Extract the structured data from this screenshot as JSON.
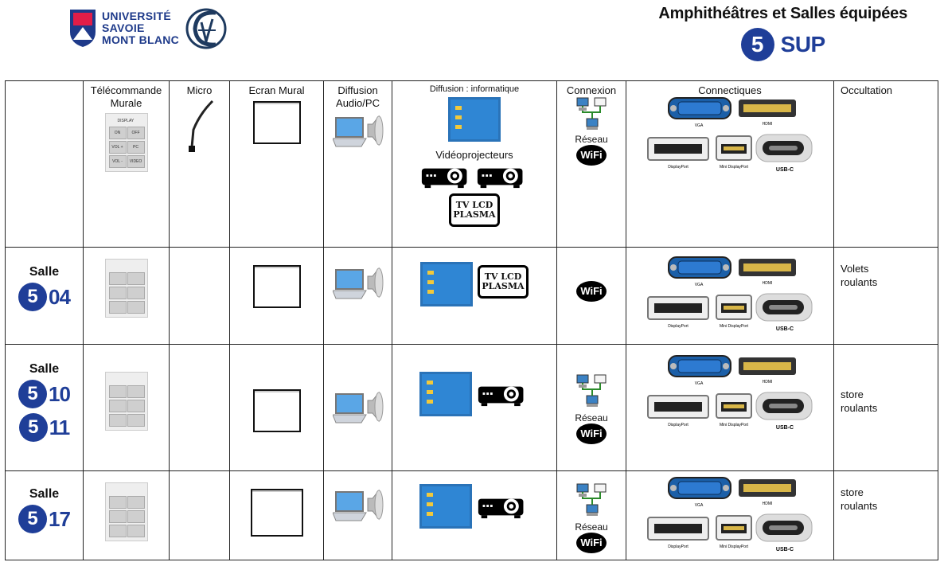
{
  "header": {
    "university": [
      "UNIVERSITÉ",
      "SAVOIE",
      "MONT BLANC"
    ],
    "title": "Amphithéâtres et Salles équipées",
    "building_number": "5",
    "building_label": "SUP"
  },
  "columns": {
    "telecommande": "Télécommande Murale",
    "micro": "Micro",
    "ecran": "Ecran Mural",
    "diffusion_audio": "Diffusion Audio/PC",
    "diffusion_info": "Diffusion : informatique",
    "videoprojecteurs": "Vidéoprojecteurs",
    "tv_lcd": "TV LCD PLASMA",
    "connexion": "Connexion",
    "reseau": "Réseau",
    "connectiques": "Connectiques",
    "occultation": "Occultation"
  },
  "remote_keys": [
    "DISPLAY",
    "ON",
    "OFF",
    "VOL +",
    "PC",
    "VOL -",
    "VIDEO"
  ],
  "connector_labels": [
    "VGA",
    "HDMI",
    "DisplayPort",
    "Mini DisplayPort",
    "USB-C"
  ],
  "wifi_label": "WiFi",
  "salle_label": "Salle",
  "rooms": [
    {
      "badge": "5",
      "numbers": [
        "04"
      ],
      "occultation": [
        "Volets",
        "roulants"
      ]
    },
    {
      "badge": "5",
      "numbers": [
        "10",
        "11"
      ],
      "occultation": [
        "store",
        "roulants"
      ]
    },
    {
      "badge": "5",
      "numbers": [
        "17"
      ],
      "occultation": [
        "store",
        "roulants"
      ]
    }
  ],
  "colors": {
    "brand_blue": "#1f3e98"
  }
}
